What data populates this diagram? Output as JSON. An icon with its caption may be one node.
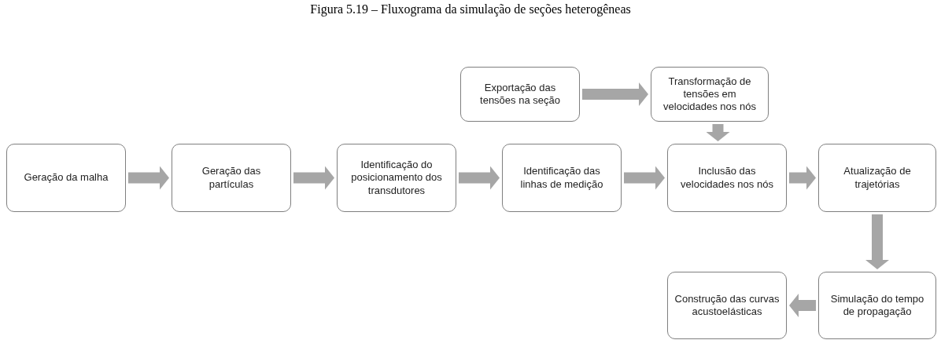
{
  "diagram": {
    "title": "Figura 5.19 – Fluxograma da simulação de seções heterogêneas",
    "nodes": [
      {
        "text": [
          "Exportação das tensões na seção"
        ]
      },
      {
        "text": [
          "Transformação de tensões em velocidades nos nós"
        ]
      },
      {
        "text": [
          "Geração da malha"
        ]
      },
      {
        "text": [
          "Geração das partículas"
        ]
      },
      {
        "text": [
          "Identificação do posicionamento dos transdutores"
        ]
      },
      {
        "text": [
          "Identificação das linhas de medição"
        ]
      },
      {
        "text": [
          "Inclusão das velocidades nos nós"
        ]
      },
      {
        "text": [
          "Atualização de trajetórias"
        ]
      },
      {
        "text": [
          "Simulação do tempo de propagação"
        ]
      },
      {
        "text": [
          "Construção das curvas acustoelásticas"
        ]
      }
    ],
    "edges": [
      {
        "from": 0,
        "to": 1,
        "arrow": "to"
      },
      {
        "from": 1,
        "to": 6,
        "arrow": "to"
      },
      {
        "from": 2,
        "to": 3,
        "arrow": "to"
      },
      {
        "from": 3,
        "to": 4,
        "arrow": "to"
      },
      {
        "from": 4,
        "to": 5,
        "arrow": "to"
      },
      {
        "from": 5,
        "to": 6,
        "arrow": "to"
      },
      {
        "from": 6,
        "to": 7,
        "arrow": "to"
      },
      {
        "from": 7,
        "to": 8,
        "arrow": "to"
      },
      {
        "from": 8,
        "to": 9,
        "arrow": "to"
      }
    ]
  }
}
